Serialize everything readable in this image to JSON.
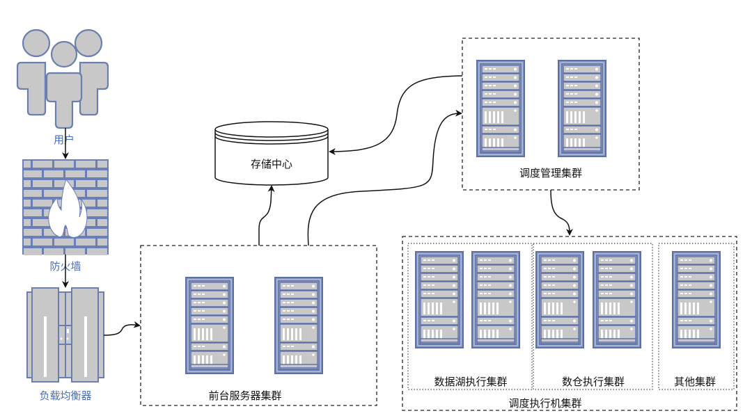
{
  "nodes": {
    "users": {
      "label": "用户",
      "icon": "users-icon"
    },
    "firewall": {
      "label": "防火墙",
      "icon": "firewall-icon"
    },
    "load_balancer": {
      "label": "负载均衡器",
      "icon": "load-balancer-icon"
    },
    "storage": {
      "label": "存储中心",
      "icon": "database-icon"
    },
    "frontend_cluster": {
      "label": "前台服务器集群",
      "servers": 2
    },
    "scheduler_mgmt_cluster": {
      "label": "调度管理集群",
      "servers": 2
    },
    "executor_cluster": {
      "label": "调度执行机集群",
      "groups": [
        {
          "label": "数据湖执行集群",
          "servers": 2
        },
        {
          "label": "数仓执行集群",
          "servers": 2
        },
        {
          "label": "其他集群",
          "servers": 1
        }
      ]
    }
  },
  "edges": [
    {
      "from": "用户",
      "to": "防火墙"
    },
    {
      "from": "防火墙",
      "to": "负载均衡器"
    },
    {
      "from": "负载均衡器",
      "to": "前台服务器集群"
    },
    {
      "from": "前台服务器集群",
      "to": "存储中心"
    },
    {
      "from": "前台服务器集群",
      "to": "调度管理集群"
    },
    {
      "from": "调度管理集群",
      "to": "存储中心"
    },
    {
      "from": "调度管理集群",
      "to": "调度执行机集群"
    }
  ],
  "colors": {
    "icon_stroke": "#5a6ea8",
    "icon_fill": "#c8c8c8",
    "label_blue": "#4a6fb5"
  }
}
